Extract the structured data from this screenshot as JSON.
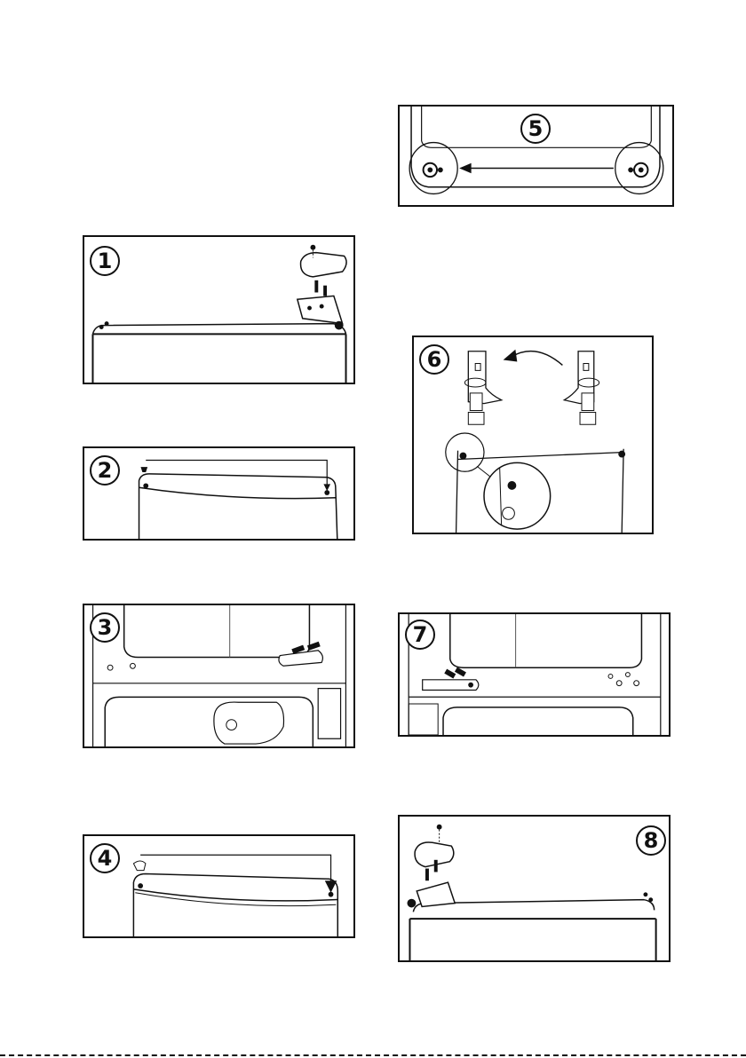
{
  "steps": [
    "1",
    "2",
    "3",
    "4",
    "5",
    "6",
    "7",
    "8"
  ]
}
